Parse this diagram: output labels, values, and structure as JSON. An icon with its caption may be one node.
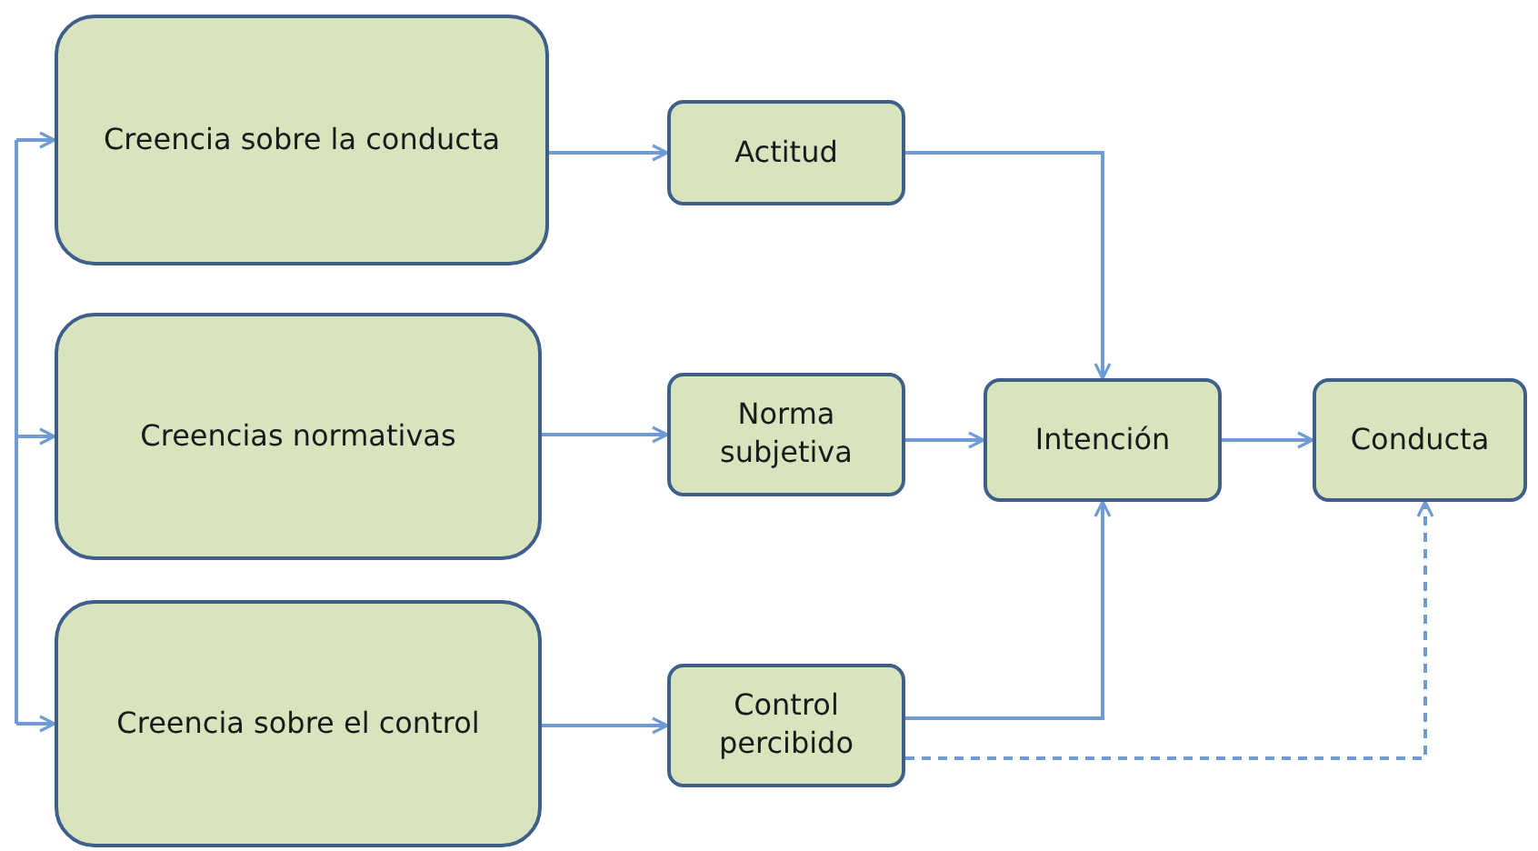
{
  "diagram": {
    "nodes": [
      {
        "text": [
          "Creencia sobre la conducta"
        ]
      },
      {
        "text": [
          "Actitud"
        ]
      },
      {
        "text": [
          "Creencias normativas"
        ]
      },
      {
        "text": [
          "Norma subjetiva"
        ]
      },
      {
        "text": [
          "Intención"
        ]
      },
      {
        "text": [
          "Conducta"
        ]
      },
      {
        "text": [
          "Creencia sobre el control"
        ]
      },
      {
        "text": [
          "Control percibido"
        ]
      }
    ],
    "edges": [
      {
        "from": null,
        "to": 0,
        "arrow": "to"
      },
      {
        "from": null,
        "to": 2,
        "arrow": "to"
      },
      {
        "from": null,
        "to": 6,
        "arrow": "to"
      },
      {
        "from": 0,
        "to": 1,
        "arrow": "to"
      },
      {
        "from": 2,
        "to": 3,
        "arrow": "to"
      },
      {
        "from": 6,
        "to": 7,
        "arrow": "to"
      },
      {
        "from": 1,
        "to": 4,
        "arrow": "to"
      },
      {
        "from": 3,
        "to": 4,
        "arrow": "to"
      },
      {
        "from": 4,
        "to": 5,
        "arrow": "to"
      },
      {
        "from": 7,
        "to": 4,
        "arrow": "to"
      },
      {
        "from": 7,
        "to": 5,
        "arrow": "to",
        "style": "dashed"
      }
    ]
  }
}
